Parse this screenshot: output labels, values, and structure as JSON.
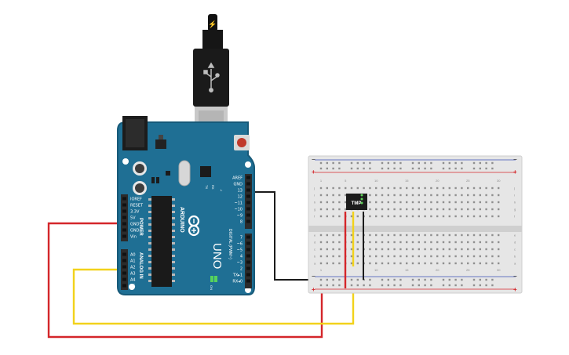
{
  "colors": {
    "board": "#1f6f94",
    "board_edge": "#175a79",
    "header": "#2b2b2b",
    "wire_red": "#d4262a",
    "wire_yellow": "#f2d21b",
    "wire_black": "#1b1b1b",
    "breadboard": "#e6e6e6",
    "rail_red": "#d4262a",
    "rail_blue": "#3a4fb5"
  },
  "usb_cable": {
    "icon": "usb-icon",
    "plug_icon": "lightning-icon"
  },
  "arduino": {
    "model": "UNO",
    "brand": "ARDUINO",
    "label_power": "POWER",
    "label_analog": "ANALOG IN",
    "label_digital": "DIGITAL (PWM~)",
    "label_on": "ON",
    "label_l": "L",
    "label_tx": "TX",
    "label_rx": "RX",
    "power_pins": [
      "IOREF",
      "RESET",
      "3.3V",
      "5V",
      "GND",
      "GND",
      "Vin"
    ],
    "analog_pins": [
      "A0",
      "A1",
      "A2",
      "A3",
      "A4",
      "A5"
    ],
    "digital_top": [
      "AREF",
      "GND",
      "13",
      "12",
      "~11",
      "~10",
      "~9",
      "8"
    ],
    "digital_bottom": [
      "7",
      "~6",
      "~5",
      "4",
      "~3",
      "2",
      "TX▸1",
      "RX◂0"
    ]
  },
  "breadboard": {
    "row_letters_top": [
      "j",
      "i",
      "h",
      "g",
      "f"
    ],
    "row_letters_bottom": [
      "e",
      "d",
      "c",
      "b",
      "a"
    ],
    "rail_plus": "+",
    "rail_minus": "−",
    "columns": [
      "1",
      "5",
      "10",
      "15",
      "20",
      "25",
      "30"
    ]
  },
  "sensor": {
    "label": "TMP"
  }
}
